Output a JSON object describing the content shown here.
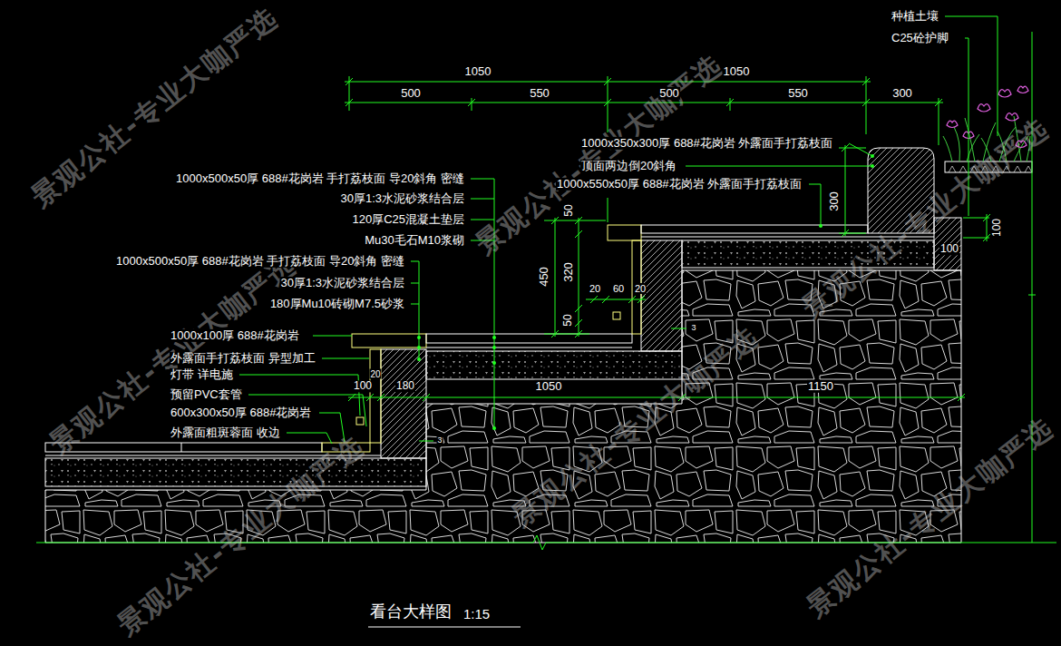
{
  "diagram": {
    "title": "看台大样图",
    "labels": [
      "1050",
      "1050",
      "500",
      "550",
      "500",
      "550",
      "300",
      "种植土壤",
      "C25砼护脚",
      "1000x350x300厚 688#花岗岩 外露面手打荔枝面",
      "顶面两边倒20斜角",
      "1000x550x50厚 688#花岗岩 外露面手打荔枝面",
      "300",
      "100",
      "100",
      "1000x500x50厚 688#花岗岩 手打荔枝面 导20斜角 密缝",
      "30厚1:3水泥砂浆结合层",
      "120厚C25混凝土垫层",
      "Mu30毛石M10浆砌",
      "1000x500x50厚 688#花岗岩 手打荔枝面 导20斜角 密缝",
      "30厚1:3水泥砂浆结合层",
      "180厚Mu10砖砌M7.5砂浆",
      "50",
      "450",
      "320",
      "50",
      "20",
      "60",
      "20",
      "1000x100厚 688#花岗岩",
      "外露面手打荔枝面 异型加工",
      "灯带 详电施",
      "预留PVC套管",
      "600x300x50厚 688#花岗岩",
      "外露面粗斑蓉面 收边",
      "100",
      "20",
      "180",
      "1050",
      "1150",
      "3",
      "3",
      "1:15",
      "景观公社-专业大咖严选",
      "景观公社-专业大咖严选",
      "景观公社-专业大咖严选",
      "景观公社-专业大咖严选",
      "景观公社-专业大咖严选",
      "景观公社-专业大咖严选",
      "景观公社-专业大咖严选"
    ]
  }
}
